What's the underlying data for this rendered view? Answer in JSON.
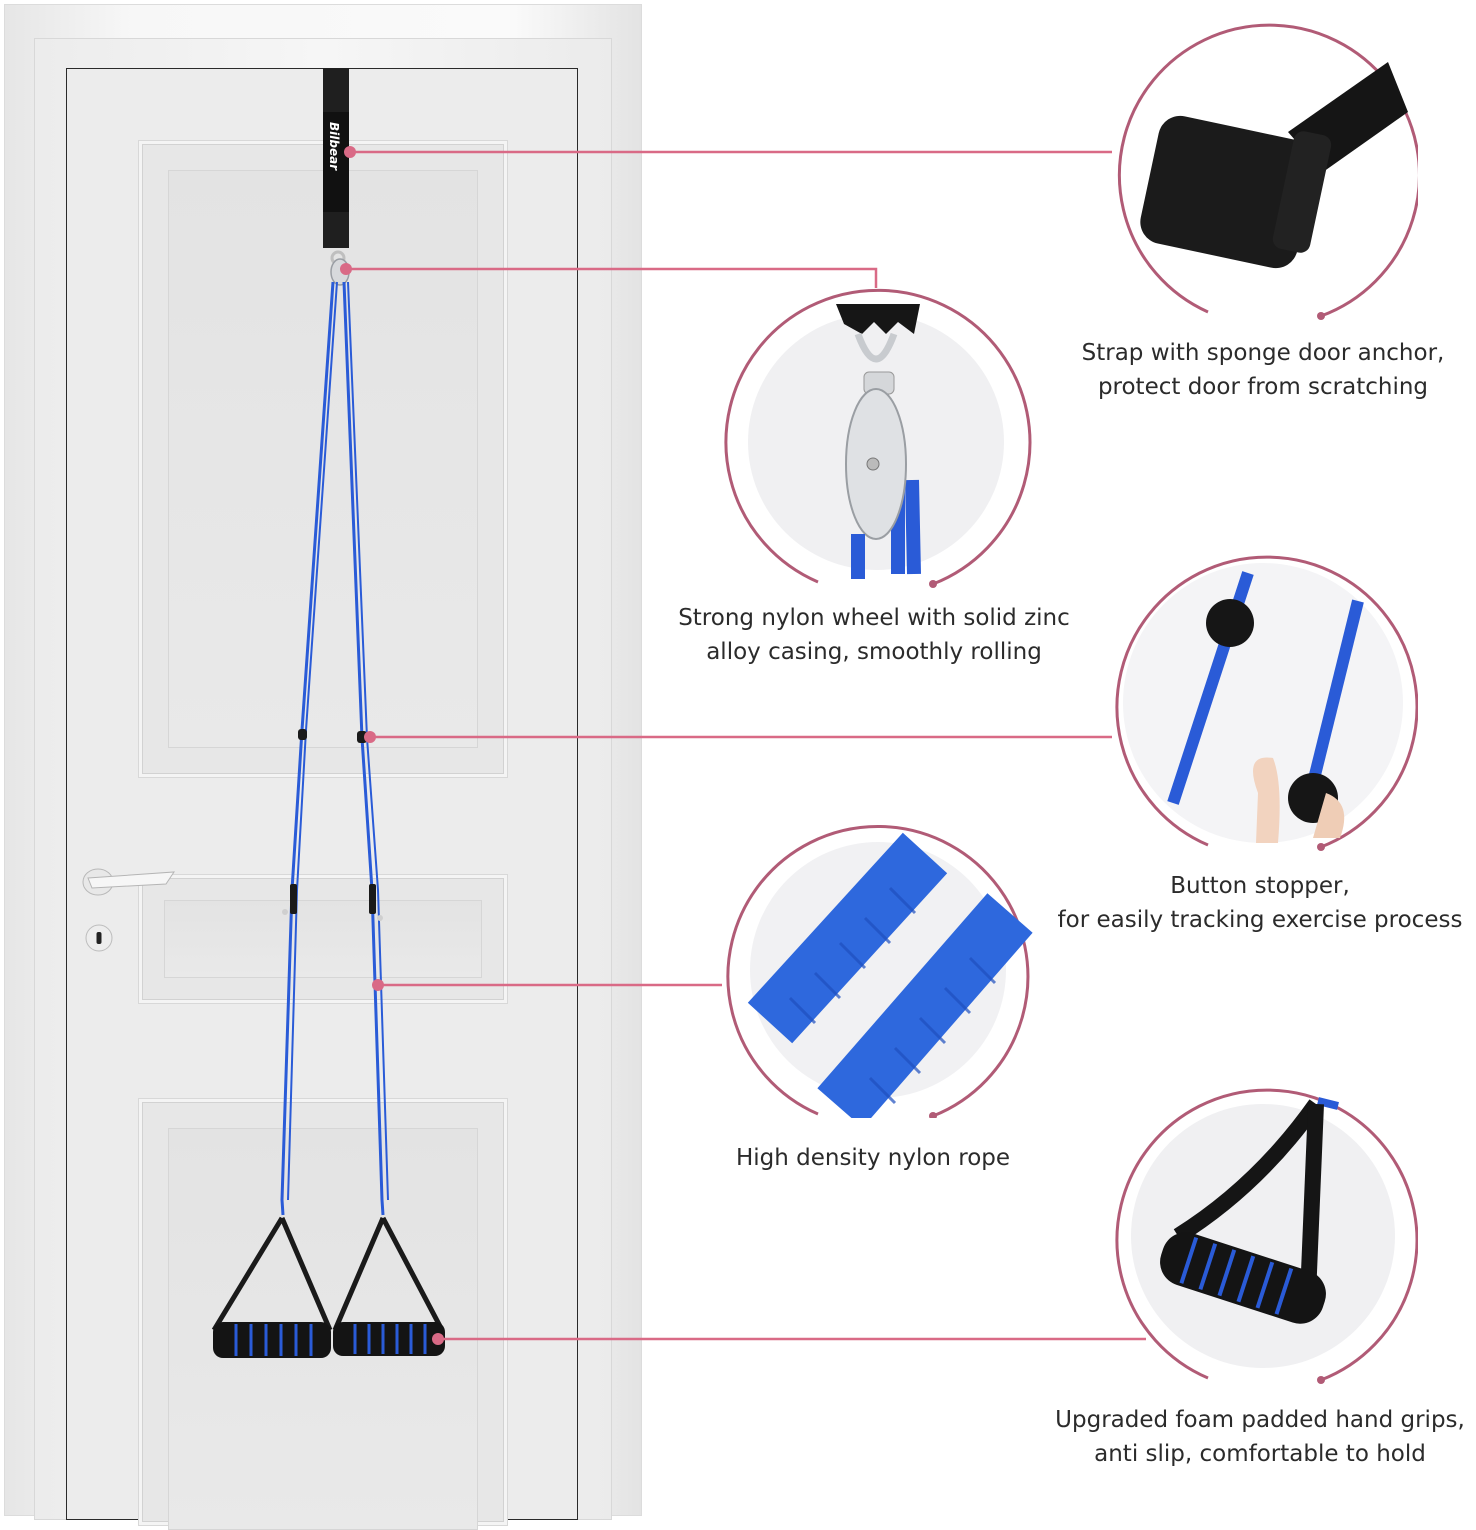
{
  "product": {
    "brand_label": "Bilbear",
    "theme": {
      "callout_color": "#b15b76",
      "leader_line_color": "#d96a86",
      "rope_color": "#2a5bd7",
      "strap_color": "#1c1c1c",
      "text_color": "#2b2b2b"
    }
  },
  "callouts": [
    {
      "id": "door-anchor",
      "line1": "Strap with sponge door anchor,",
      "line2": "protect door from scratching"
    },
    {
      "id": "pulley-wheel",
      "line1": "Strong nylon wheel with solid zinc",
      "line2": "alloy casing, smoothly rolling"
    },
    {
      "id": "button-stopper",
      "line1": "Button stopper,",
      "line2": "for easily tracking exercise process"
    },
    {
      "id": "nylon-rope",
      "line1": "High density nylon rope",
      "line2": ""
    },
    {
      "id": "hand-grips",
      "line1": "Upgraded foam padded hand grips,",
      "line2": "anti slip, comfortable to hold"
    }
  ]
}
